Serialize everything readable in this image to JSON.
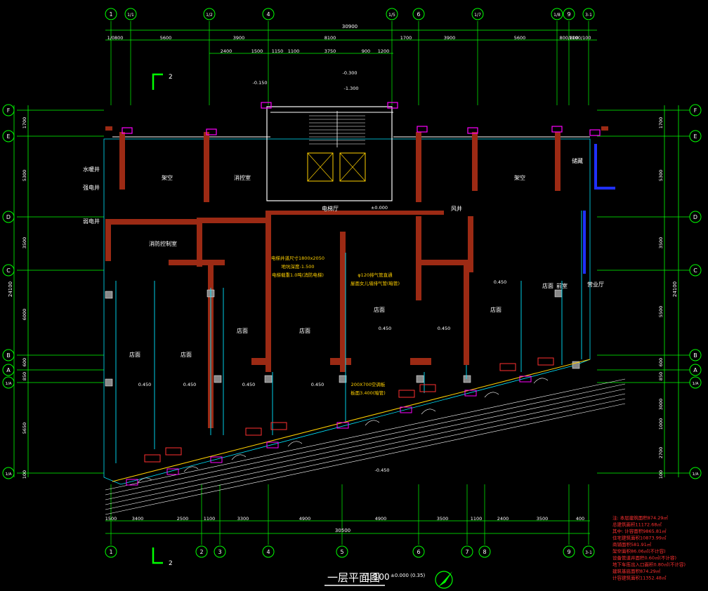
{
  "title": "一层平面图",
  "title_scale": "1:100",
  "title_note": "±0.000 (0.35)",
  "col_axes": [
    "1",
    "1/1",
    "1/2",
    "4",
    "1/5",
    "6",
    "1/7",
    "1/8",
    "9",
    "3-1"
  ],
  "col_axes_bottom": [
    "1",
    "2",
    "3",
    "4",
    "5",
    "6",
    "7",
    "8",
    "9",
    "3-1"
  ],
  "row_axes": [
    "F",
    "E",
    "D",
    "C",
    "B",
    "A",
    "1/A",
    "1/A"
  ],
  "overall_top": "30900",
  "overall_bottom": "30500",
  "top_dims": [
    "1/0800",
    "5600",
    "3900",
    "8100",
    "1700",
    "3900",
    "5600",
    "800/800",
    "1100/100"
  ],
  "top_dims2": [
    "2400",
    "1500",
    "1150",
    "1100",
    "3750",
    "900",
    "1200"
  ],
  "bottom_dims": [
    "1500",
    "3400",
    "2500",
    "1100",
    "3300",
    "4900",
    "4900",
    "3500",
    "1100",
    "2400",
    "3500",
    "400"
  ],
  "left_dims": [
    "1700",
    "5300",
    "3500",
    "6000",
    "600",
    "850",
    "5650",
    "100"
  ],
  "left_total": "24100",
  "right_dims": [
    "1700",
    "5300",
    "3500",
    "5500",
    "600",
    "850",
    "3000",
    "1000",
    "2700",
    "100"
  ],
  "right_total": "24100",
  "room_labels": [
    "架空",
    "架空",
    "风井",
    "消防控制室",
    "电梯厅",
    "店面",
    "店面",
    "店面",
    "店面",
    "店面",
    "店面",
    "店面",
    "消控室",
    "前室",
    "储藏",
    "营业厅",
    "水暖井",
    "强电井",
    "弱电井"
  ],
  "elev_labels": [
    "-0.150",
    "-0.300",
    "-1.300",
    "0.450",
    "0.450",
    "0.450",
    "0.450",
    "0.450",
    "0.450",
    "0.450",
    "-0.450",
    "±0.000"
  ],
  "notes_yellow": [
    "电梯井道尺寸1800x2050",
    "地坑深度-1.500",
    "电梯载重1.0吨(消防电梯)",
    "φ120排气管直通",
    "屋面女儿墙排气管(暗管)",
    "200X700空调板",
    "板面3.400(暗管)"
  ],
  "stats_lines": [
    "注: 本层建筑面积874.29㎡",
    "总建筑面积11172.68㎡",
    "其中: 计容面积9865.81㎡",
    "住宅建筑面积10873.99㎡",
    "商铺面积581.91㎡",
    "架空面积86.06㎡(不计容)",
    "设备管道井面积0.60㎡(不计容)",
    "地下车库出入口面积0.80㎡(不计容)",
    "建筑基底面积874.29㎡",
    "计容建筑面积11352.48㎡"
  ],
  "colors": {
    "grid": "#00ff00",
    "wall": "#9c2a14",
    "axis_circle": "#00ff00",
    "dim": "#ffffff",
    "text_white": "#ffffff",
    "text_yellow": "#ffd000",
    "text_red": "#ff3030",
    "magenta": "#ff00ff",
    "cyan": "#00e5ff",
    "blue": "#2030ff"
  }
}
